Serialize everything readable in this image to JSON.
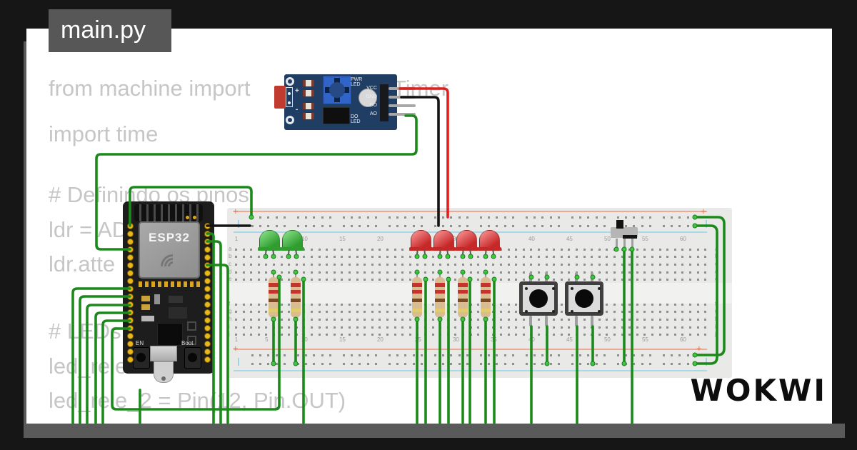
{
  "tab": {
    "title": "main.py"
  },
  "logo": {
    "text": "WOKWI"
  },
  "code": {
    "lines": [
      "from machine import",
      "Timer",
      "import time",
      "# Definindo os pinos",
      "ldr = AD",
      "ldr.atte",
      "# LEDs",
      "led_rele",
      "led_rele_2 = Pin(12, Pin.OUT)"
    ]
  },
  "esp32": {
    "chip_label": "ESP32",
    "en_button_label": "EN",
    "boot_button_label": "Boot"
  },
  "ldr_module": {
    "pin_labels": [
      "VCC",
      "GND",
      "DO",
      "AO"
    ],
    "pwr_led_label": "PWR LED",
    "do_led_label": "DO LED",
    "plus_label": "+",
    "minus_label": "-"
  },
  "breadboard": {
    "column_numbers": [
      1,
      5,
      10,
      15,
      20,
      25,
      30,
      35,
      40,
      45,
      50,
      55,
      60
    ],
    "row_letters_top": [
      "a",
      "b",
      "c",
      "d",
      "e"
    ],
    "row_letters_bottom": [
      "f",
      "g",
      "h",
      "i",
      "j"
    ],
    "rail_plus": "+"
  },
  "colors": {
    "bg": "#161616",
    "card": "#ffffff",
    "shadow": "#5a5a5a",
    "tab-bg": "#575757",
    "tab-text": "#ffffff",
    "code-text": "#c6c6c6",
    "wire-green": "#1b8a1b",
    "wire-red": "#e01f1f",
    "wire-black": "#141414",
    "dot-green": "#3ec63e",
    "breadboard": "#e9e9e7",
    "hole": "#8f8f8f",
    "rail-red": "#f0a896",
    "rail-blue": "#a8d8ea",
    "label-gray": "#9a9a9a",
    "esp-board": "#1d1d1d",
    "pin-gold": "#e8b71e",
    "ldr-board": "#203e63",
    "pot-blue": "#3064c9",
    "led-green": "#3cae3c",
    "led-red": "#d93a35",
    "resistor-body": "#d8bd92",
    "button-face": "#dcdcdc",
    "button-frame": "#3f3f3f",
    "switch-body": "#b5b5b5"
  }
}
